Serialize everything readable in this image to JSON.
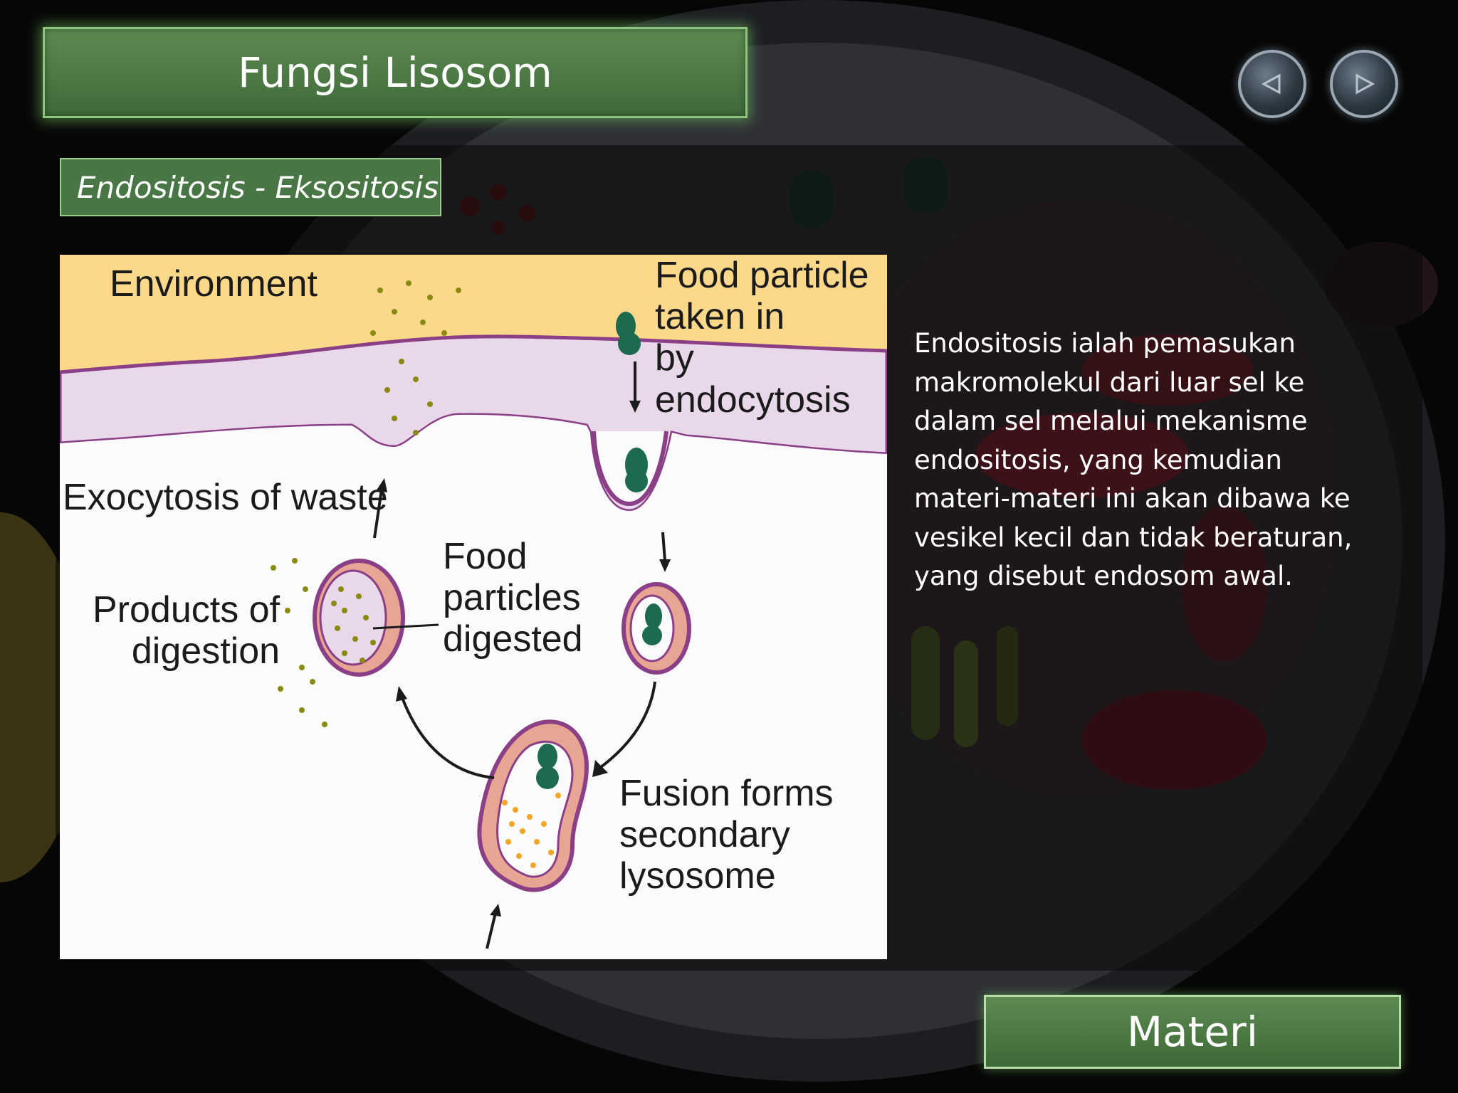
{
  "slide": {
    "title": "Fungsi Lisosom",
    "subtitle": "Endositosis - Eksositosis",
    "body": "Endositosis ialah pemasukan\nmakromolekul dari luar sel ke\ndalam sel melalui mekanisme\nendositosis, yang kemudian\nmateri-materi ini akan dibawa ke\nvesikel kecil dan tidak beraturan,\nyang disebut endosom awal."
  },
  "nav": {
    "prev_icon": "triangle-left-icon",
    "next_icon": "triangle-right-icon"
  },
  "diagram": {
    "environment": "Environment",
    "food_particle": "Food particle\ntaken in\nby endocytosis",
    "exocytosis": "Exocytosis of waste",
    "products": "Products of\ndigestion",
    "food_digested": "Food\nparticles\ndigested",
    "fusion": "Fusion forms\nsecondary\nlysosome"
  },
  "button": {
    "materi": "Materi"
  },
  "colors": {
    "banner_green": "#4e7a46",
    "banner_border": "#8ec47d",
    "environment_yellow": "#fcd98a",
    "membrane_pink": "#e9d8ea",
    "membrane_edge": "#8a3f86",
    "food_green": "#1d6b4f",
    "particle_olive": "#8a8a13",
    "enzyme_orange": "#f3a623"
  }
}
